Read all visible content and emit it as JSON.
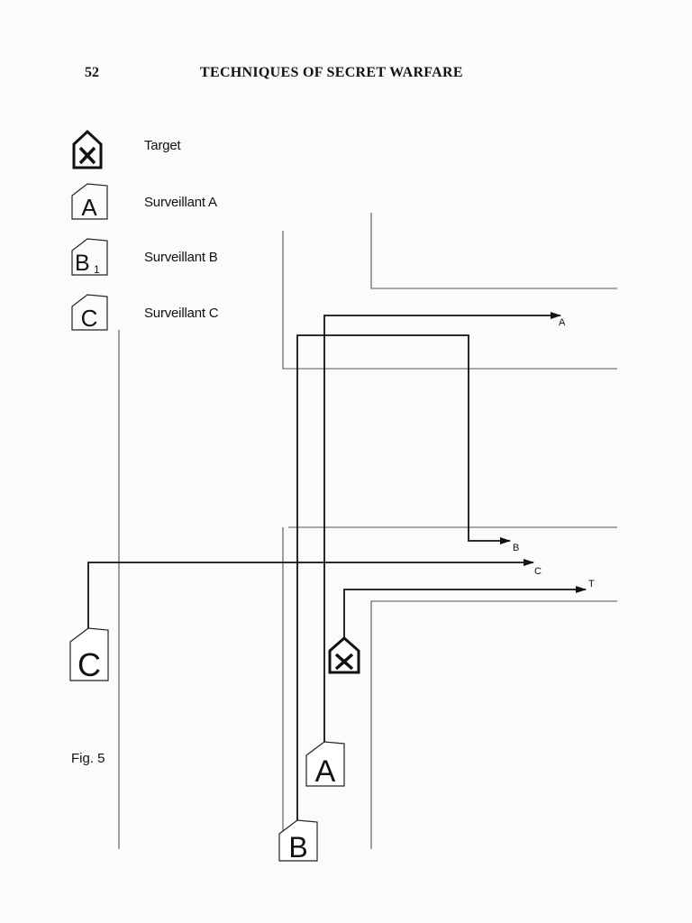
{
  "header": {
    "page_number": "52",
    "title": "TECHNIQUES OF SECRET WARFARE"
  },
  "legend": {
    "target": {
      "icon": "target-x-icon",
      "label": "Target"
    },
    "surveillant_a": {
      "icon_letter": "A",
      "label": "Surveillant A"
    },
    "surveillant_b": {
      "icon_letter": "B",
      "icon_subscript": "1",
      "label": "Surveillant B"
    },
    "surveillant_c": {
      "icon_letter": "C",
      "label": "Surveillant C"
    }
  },
  "diagram": {
    "route_labels": {
      "a": "A",
      "b": "B",
      "c": "C",
      "t": "T"
    },
    "markers": {
      "c": "C",
      "a": "A",
      "b": "B"
    }
  },
  "caption": "Fig. 5"
}
